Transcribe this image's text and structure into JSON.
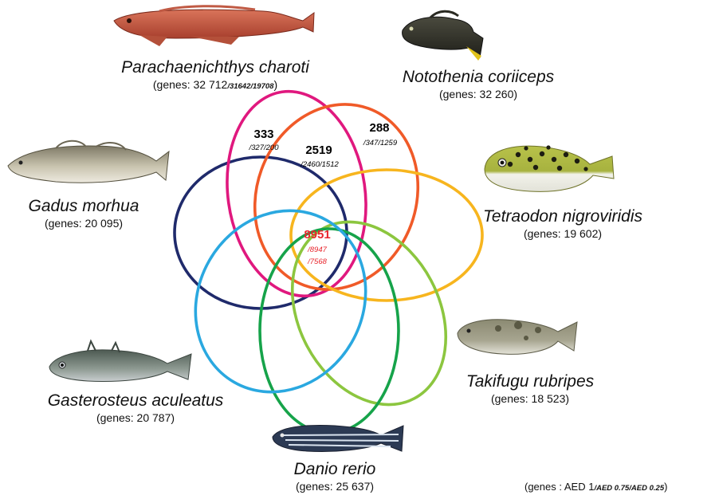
{
  "species": [
    {
      "key": "parachaenichthys",
      "name": "Parachaenichthys charoti",
      "genes_prefix": "(genes: ",
      "genes_value": "32 712",
      "genes_sub": "/31642/19708",
      "genes_suffix": ")",
      "color": "#e0187e"
    },
    {
      "key": "notothenia",
      "name": "Notothenia coriiceps",
      "genes_prefix": "(genes: ",
      "genes_value": "32 260",
      "genes_suffix": ")",
      "color": "#f05a28"
    },
    {
      "key": "tetraodon",
      "name": "Tetraodon nigroviridis",
      "genes_prefix": "(genes: ",
      "genes_value": "19 602",
      "genes_suffix": ")",
      "color": "#f7b51e"
    },
    {
      "key": "takifugu",
      "name": "Takifugu rubripes",
      "genes_prefix": "(genes: ",
      "genes_value": "18 523",
      "genes_suffix": ")",
      "color": "#8cc63f"
    },
    {
      "key": "danio",
      "name": "Danio rerio",
      "genes_prefix": "(genes: ",
      "genes_value": "25 637",
      "genes_suffix": ")",
      "color": "#16a34a"
    },
    {
      "key": "gasterosteus",
      "name": "Gasterosteus aculeatus",
      "genes_prefix": "(genes: ",
      "genes_value": "20 787",
      "genes_suffix": ")",
      "color": "#2aa8e0"
    },
    {
      "key": "gadus",
      "name": "Gadus morhua",
      "genes_prefix": "(genes: ",
      "genes_value": "20 095",
      "genes_suffix": ")",
      "color": "#1f2a6b"
    }
  ],
  "intersections": [
    {
      "key": "parachaenichthys_only",
      "value": "333",
      "sub": "/327/200",
      "color": "#111111"
    },
    {
      "key": "parachaenichthys_notothenia",
      "value": "2519",
      "sub": "/2460/1512",
      "color": "#111111"
    },
    {
      "key": "notothenia_only",
      "value": "288",
      "sub": "/347/1259",
      "color": "#111111"
    },
    {
      "key": "core_all",
      "value": "8951",
      "sub1": "/8947",
      "sub2": "/7568",
      "color": "#e8262d"
    }
  ],
  "legend": {
    "prefix": "(genes : AED 1",
    "sub": "/AED 0.75/AED 0.25",
    "suffix": ")"
  }
}
